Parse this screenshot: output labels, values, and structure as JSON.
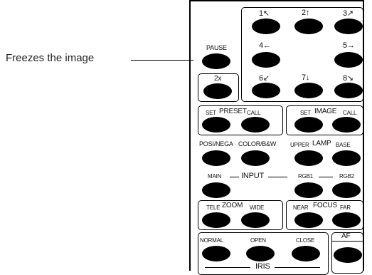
{
  "callout": {
    "text": "Freezes the image"
  },
  "dir": {
    "b1": "1",
    "b2": "2",
    "b3": "3",
    "b4": "4",
    "b5": "5",
    "b6": "6",
    "b7": "7",
    "b8": "8",
    "a1": "↖",
    "a2": "↑",
    "a3": "↗",
    "a4": "←",
    "a5": "→",
    "a6": "↙",
    "a7": "↓",
    "a8": "↘"
  },
  "labels": {
    "pause": "PAUSE",
    "zoom2x": "2x",
    "set1": "SET",
    "preset": "PRESET",
    "call1": "CALL",
    "set2": "SET",
    "image": "IMAGE",
    "call2": "CALL",
    "posinega": "POSI/NEGA",
    "colorbw": "COLOR/B&W",
    "upper": "UPPER",
    "lamp": "LAMP",
    "base": "BASE",
    "main": "MAIN",
    "input": "INPUT",
    "rgb1": "RGB1",
    "rgb2": "RGB2",
    "tele": "TELE",
    "zoom": "ZOOM",
    "wide": "WIDE",
    "near": "NEAR",
    "focus": "FOCUS",
    "far": "FAR",
    "normal": "NORMAL",
    "open": "OPEN",
    "close": "CLOSE",
    "iris": "IRIS",
    "af": "AF"
  }
}
